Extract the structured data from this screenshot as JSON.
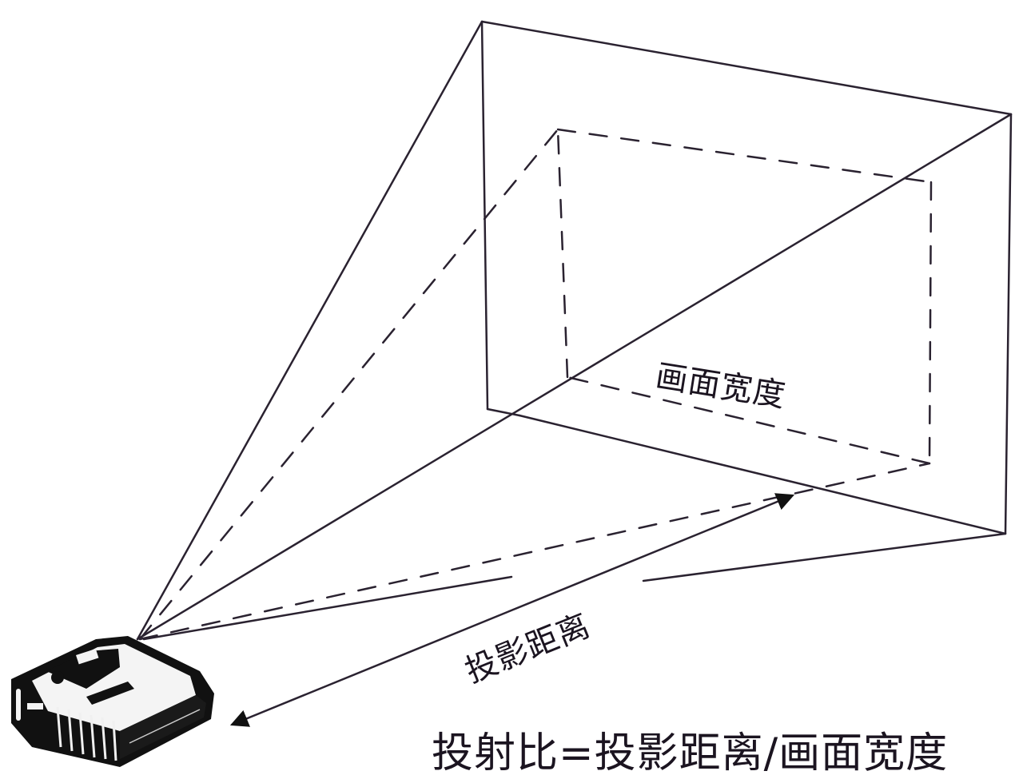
{
  "diagram": {
    "subject": "projector throw ratio",
    "labels": {
      "screen_width": "画面宽度",
      "projection_distance": "投影距离",
      "formula": "投射比=投影距离/画面宽度"
    },
    "colors": {
      "line": "#2a2230",
      "background": "#ffffff",
      "projector_body": "#111111"
    },
    "elements": [
      {
        "id": "projector",
        "type": "device-illustration"
      },
      {
        "id": "screen",
        "type": "parallelogram-solid"
      },
      {
        "id": "image-area",
        "type": "parallelogram-dashed"
      },
      {
        "id": "light-cone-solid",
        "type": "lines"
      },
      {
        "id": "light-cone-dashed",
        "type": "lines"
      },
      {
        "id": "distance-arrow",
        "type": "double-arrow"
      }
    ]
  }
}
